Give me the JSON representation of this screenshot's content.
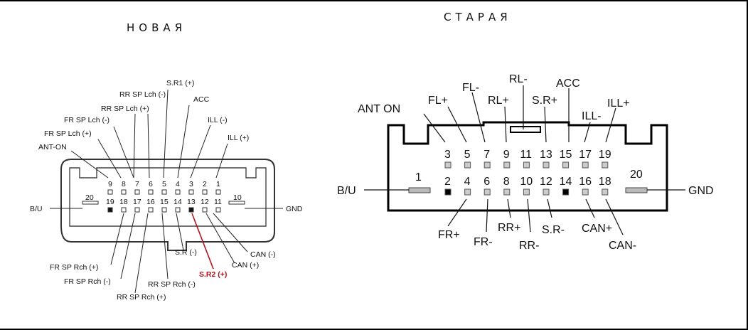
{
  "titles": {
    "new": "НОВАЯ",
    "old": "СТАРАЯ"
  },
  "new_connector": {
    "top_row": [
      "9",
      "8",
      "7",
      "6",
      "5",
      "4",
      "3",
      "2",
      "1"
    ],
    "bottom_row": [
      "19",
      "18",
      "17",
      "16",
      "15",
      "14",
      "13",
      "12",
      "11"
    ],
    "left_pin": "20",
    "right_pin": "10",
    "labels": {
      "sr1_plus": "S.R1 (+)",
      "rr_sp_lch_minus": "RR SP Lch (-)",
      "acc": "ACC",
      "rr_sp_lch_plus": "RR SP Lch (+)",
      "ill_minus": "ILL (-)",
      "fr_sp_lch_minus": "FR SP Lch (-)",
      "ill_plus": "ILL (+)",
      "fr_sp_lch_plus": "FR SP Lch (+)",
      "ant_on": "ANT-ON",
      "bu": "B/U",
      "gnd": "GND",
      "sr_minus": "S.R (-)",
      "can_minus": "CAN (-)",
      "can_plus": "CAN (+)",
      "sr2_plus": "S.R2 (+)",
      "fr_sp_rch_plus": "FR SP Rch (+)",
      "fr_sp_rch_minus": "FR SP Rch (-)",
      "rr_sp_rch_minus": "RR SP Rch (-)",
      "rr_sp_rch_plus": "RR SP Rch (+)"
    }
  },
  "old_connector": {
    "top_row": [
      "3",
      "5",
      "7",
      "9",
      "11",
      "13",
      "15",
      "17",
      "19"
    ],
    "bottom_row": [
      "2",
      "4",
      "6",
      "8",
      "10",
      "12",
      "14",
      "16",
      "18"
    ],
    "left_pin": "1",
    "right_pin": "20",
    "labels": {
      "ant_on": "ANT ON",
      "fl_plus": "FL+",
      "fl_minus": "FL-",
      "rl_plus": "RL+",
      "rl_minus": "RL-",
      "sr_plus": "S.R+",
      "acc": "ACC",
      "ill_minus": "ILL-",
      "ill_plus": "ILL+",
      "bu": "B/U",
      "gnd": "GND",
      "fr_plus": "FR+",
      "fr_minus": "FR-",
      "rr_plus": "RR+",
      "rr_minus": "RR-",
      "sr_minus": "S.R-",
      "can_plus": "CAN+",
      "can_minus": "CAN-"
    }
  }
}
